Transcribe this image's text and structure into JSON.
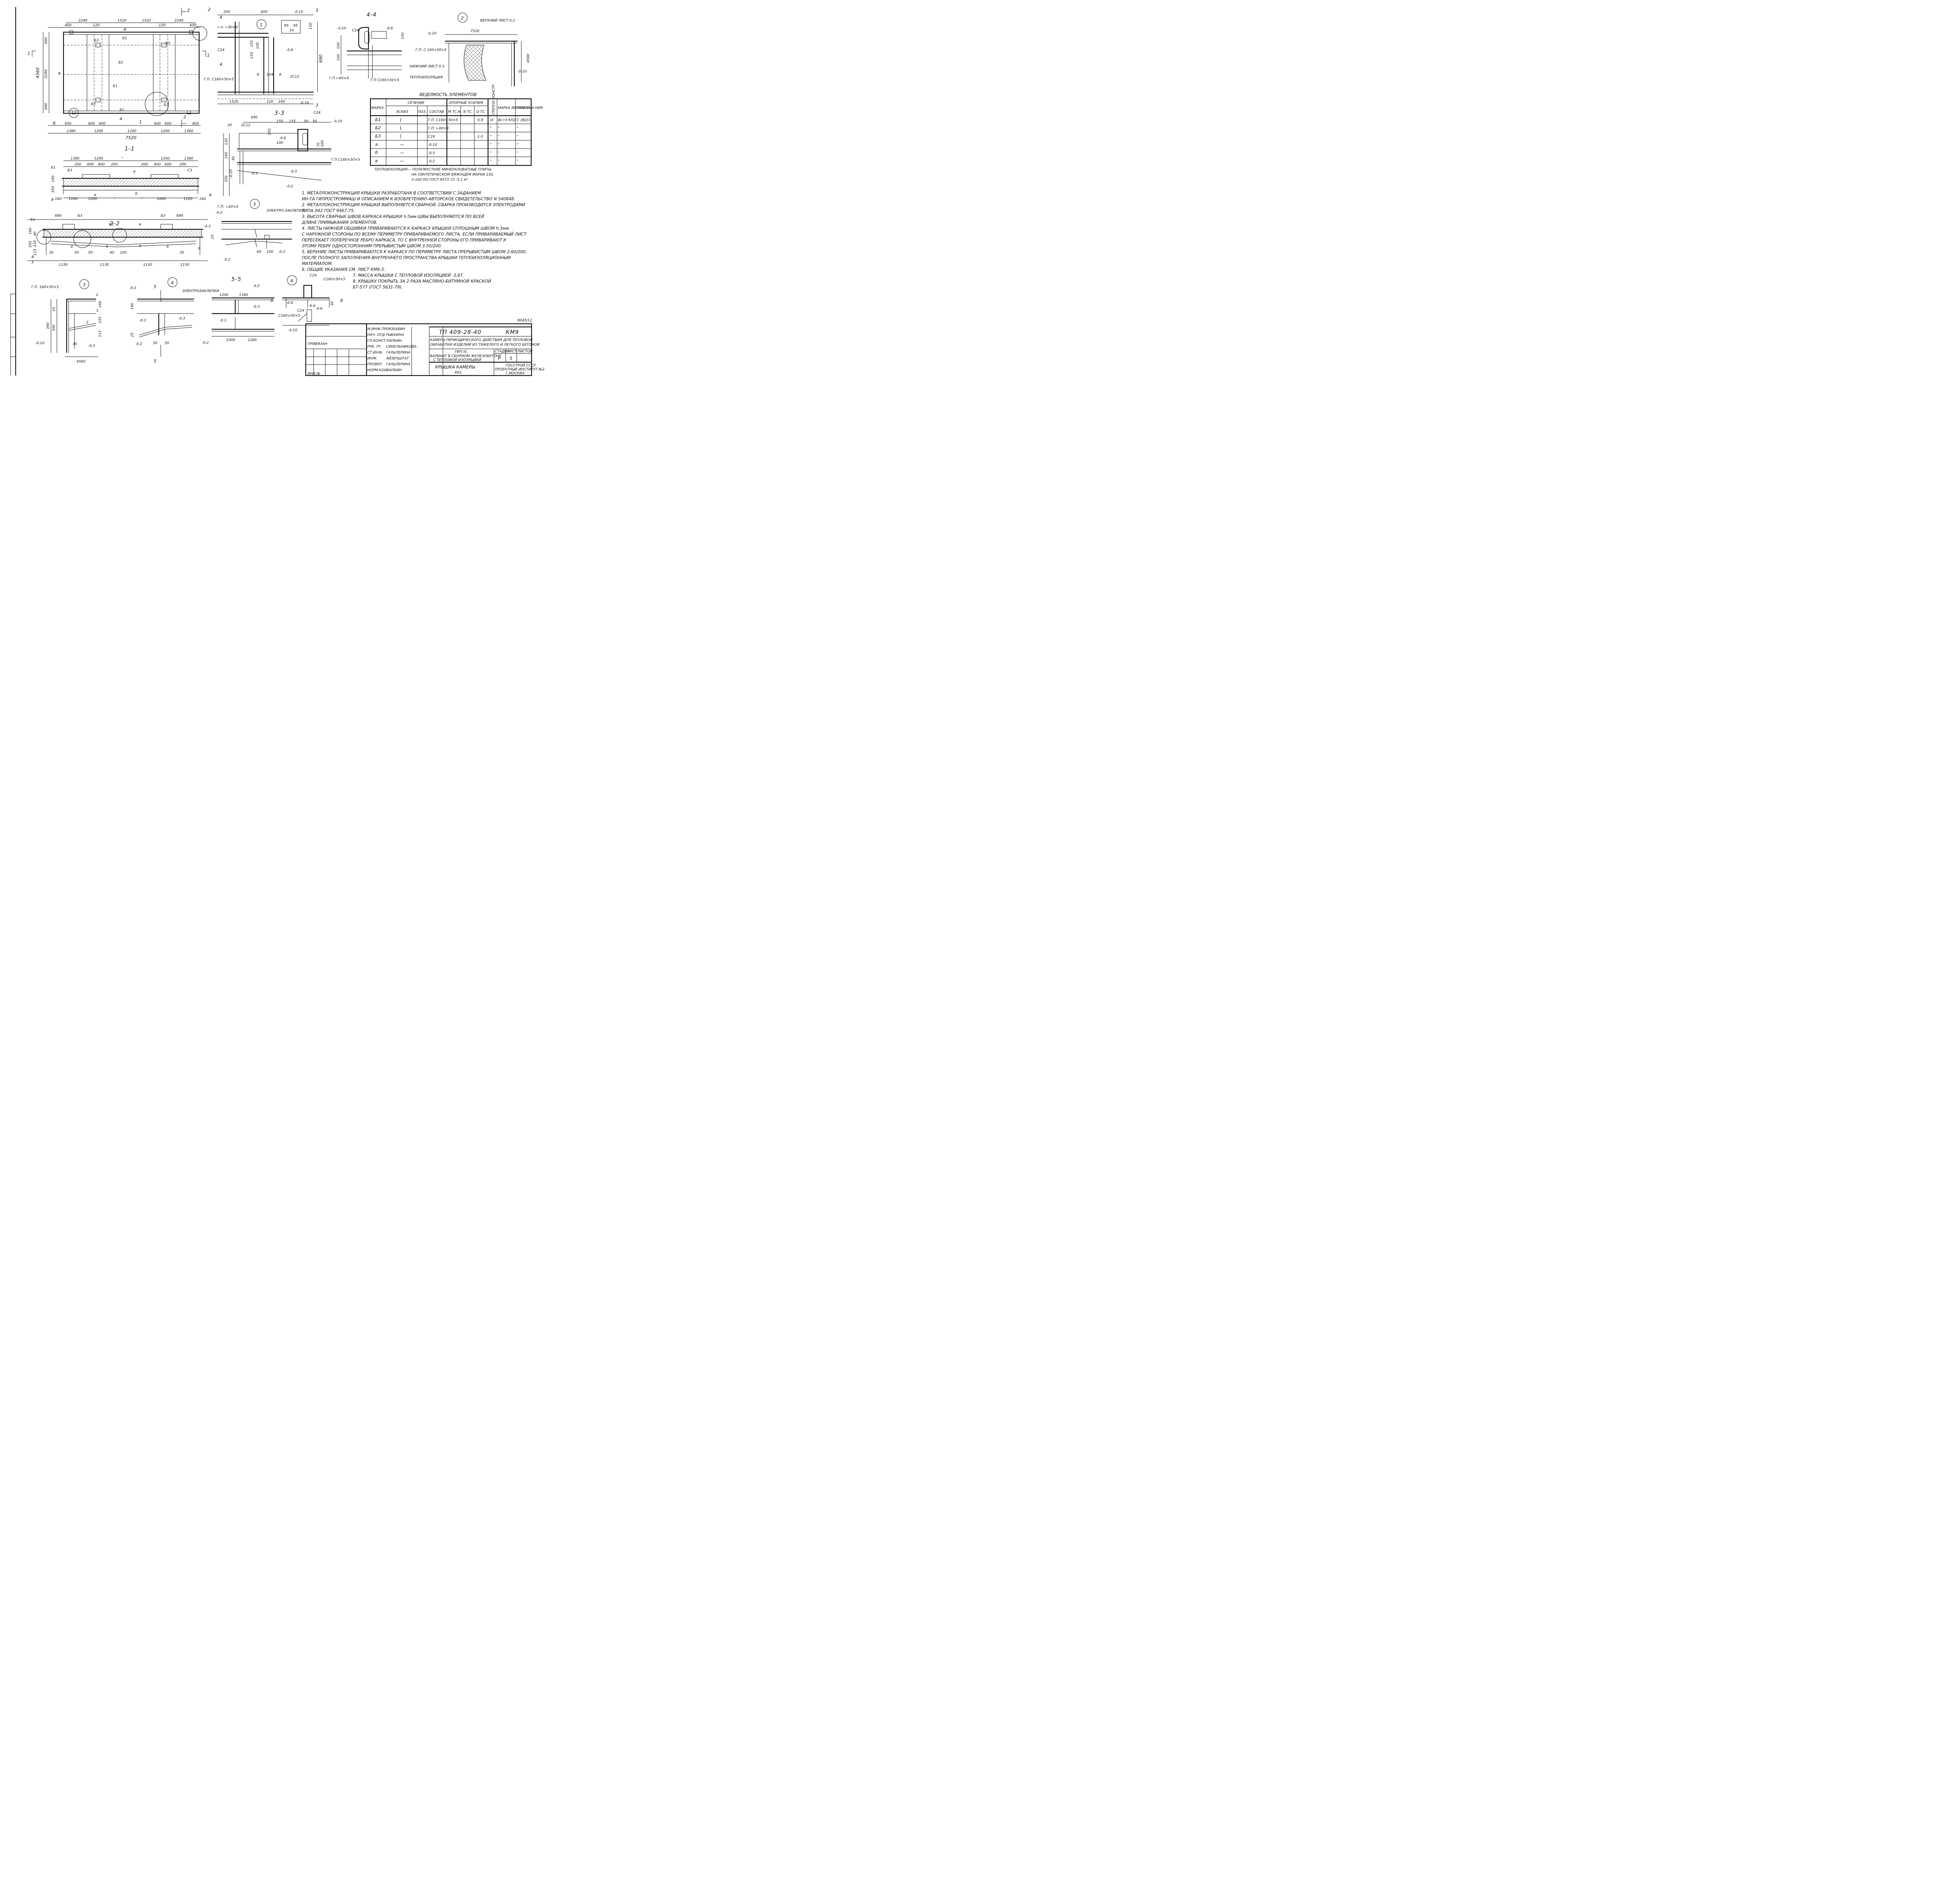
{
  "plan": {
    "dims_top": [
      "2240",
      "1520",
      "1520",
      "2240"
    ],
    "dims_top_small": [
      "400",
      "120",
      "120",
      "650"
    ],
    "dims_left": [
      "4560",
      "690",
      "3180",
      "690"
    ],
    "dims_bottom_row1": [
      "650",
      "600",
      "600",
      "600",
      "600",
      "400"
    ],
    "dims_bottom_row2": [
      "1360",
      "1200",
      "1200",
      "1200",
      "1360"
    ],
    "dim_bottom_total": "7520",
    "labels": {
      "a": "а",
      "b1": "Б1",
      "b2": "Б2",
      "b3": "Б3",
      "one": "1",
      "two": "2",
      "six": "6"
    }
  },
  "section_1_1": {
    "title": "1-1",
    "dims_top1": [
      "1360",
      "1200",
      "\"",
      "1200",
      "1360"
    ],
    "dims_top2": [
      "200",
      "600",
      "600",
      "200",
      "200",
      "600",
      "600",
      "200"
    ],
    "dims_bottom": [
      "160",
      "1100",
      "1000",
      "\"",
      "\"",
      "1000",
      "1100",
      "160"
    ],
    "labels": {
      "b1": "Б1",
      "b3": "Б3",
      "v": "в",
      "c3": "С3",
      "d": "б",
      "a": "а",
      "h350": "350",
      "h160": "160"
    }
  },
  "section_2_2": {
    "title": "2-2",
    "dims_top": [
      "690",
      "690"
    ],
    "dims_bottom": [
      "1150",
      "1130",
      "1130",
      "1150"
    ],
    "dims_small": [
      "50",
      "50",
      "60",
      "100",
      "30",
      "30"
    ],
    "labels": {
      "b1": "Б1",
      "b3": "Б3",
      "b2": "Б2",
      "v": "в",
      "d": "б",
      "a": "а",
      "three": "3",
      "four": "4",
      "five": "5",
      "h350": "350",
      "h160": "160",
      "h40": "40",
      "h235": "235",
      "h115": "115"
    }
  },
  "detail_1": {
    "id": "1",
    "dims": [
      "200",
      "600",
      "95",
      "95",
      "10",
      "150",
      "155",
      "100",
      "690",
      "155",
      "8",
      "104",
      "8",
      "1520",
      "120",
      "160"
    ],
    "labels": {
      "gp_l": "г.п. ∟60×4",
      "c24": "С24",
      "gp_c": "Г.П. С160×50×5",
      "t6": "-δ:6",
      "t10": "-δ:10",
      "c12": "2С12",
      "four": "4",
      "three": "3"
    }
  },
  "section_4_4": {
    "title": "4-4",
    "labels": {
      "c24": "С24",
      "t6": "-δ:6",
      "t10": "-δ:10",
      "gp_l": "Г.П ∟60×4",
      "gp_c": "Г.П С160×50×5"
    },
    "dims": [
      "100",
      "100",
      "150"
    ]
  },
  "detail_2": {
    "id": "2",
    "labels": {
      "top": "ВЕРХНИЙ ЛИСТ δ:2",
      "bottom": "НИЖНИЙ ЛИСТ δ:3",
      "insul": "ТЕПЛОИЗОЛЯЦИЯ",
      "gp_c": "Г.П. С 160×50×5",
      "t10a": "-δ:10",
      "t10b": "-δ:10"
    },
    "dims": [
      "7520",
      "4560"
    ]
  },
  "section_3_3": {
    "title": "3-3",
    "dims": [
      "690",
      "155",
      "155",
      "50",
      "50",
      "20",
      "150",
      "100",
      "120",
      "160",
      "40",
      "350",
      "70",
      "100"
    ],
    "labels": {
      "c24": "С24",
      "c12": "2С12",
      "t6": "-δ:6",
      "t10": "-δ:10",
      "t3a": "-δ:3",
      "t3b": "-δ:3",
      "t2": "-δ:2",
      "t10v": "-δ:10",
      "gp": "Г.П С160×50×5"
    }
  },
  "schedule": {
    "title": "ВЕДОМОСТЬ ЭЛЕМЕНТОВ",
    "headers": {
      "mark": "МАРКА",
      "section": "СЕЧЕНИЕ",
      "sketch": "ЭСКИЗ",
      "pos": "ПОЗ.",
      "comp": "СОСТАВ",
      "forces": "ОПОРНЫЕ УСИЛИЯ",
      "m": "М ТС.М",
      "n": "N ТС",
      "q": "Q ТС",
      "group": "ГРУППА КОНСТР.",
      "steel": "МАРКА МЕТАЛ-ЛА",
      "note": "ПРИМЕЧА-НИЯ"
    },
    "rows": [
      {
        "mark": "Б1",
        "sketch": "[",
        "comp": "Г.П. С160×50×5",
        "q": "0.9",
        "group": "VI",
        "steel": "ВСт3 КП2",
        "note": "С 38/23"
      },
      {
        "mark": "Б2",
        "sketch": "L",
        "comp": "Г.П. ∟60×4",
        "q": "",
        "group": "\"",
        "steel": "\"",
        "note": "\""
      },
      {
        "mark": "Б3",
        "sketch": "[",
        "comp": "С24",
        "q": "1.0",
        "group": "\"",
        "steel": "\"",
        "note": "\""
      },
      {
        "mark": "а",
        "sketch": "—",
        "comp": "-δ:10",
        "q": "",
        "group": "\"",
        "steel": "\"",
        "note": "\""
      },
      {
        "mark": "б",
        "sketch": "—",
        "comp": "-δ:3",
        "q": "",
        "group": "\"",
        "steel": "\"",
        "note": "\""
      },
      {
        "mark": "в",
        "sketch": "—",
        "comp": "-δ:2",
        "q": "",
        "group": "\"",
        "steel": "\"",
        "note": "\""
      }
    ],
    "insulation_label": "ТЕПЛОИЗОЛЯЦИЯ",
    "insulation_text": [
      "— ПОЛУЖЕСТКИЕ МИНЕРАЛОВАТНЫЕ ПЛИТЫ",
      "НА СИНТЕТИЧЕСКОМ ВЯЖУЩЕМ МАРКИ 150,",
      "h:160 ПО ГОСТ 9573-72 -5,1 м³"
    ]
  },
  "detail_5": {
    "id": "5",
    "labels": {
      "gp": "Г.П. ∟60×4",
      "t2a": "-δ:2",
      "elec": "ЭЛЕКТРО-ЗАКЛЕПКИ",
      "t3a": "-δ:3",
      "t3b": "-δ:3",
      "t2b": "-δ:2"
    },
    "dims": [
      "25",
      "60",
      "100"
    ]
  },
  "notes": [
    "1. МЕТАЛЛОКОНСТРУКЦИЯ КРЫШКИ РАЗРАБОТАНА В СООТВЕТСТВИИ С ЗАДАНИЕМ",
    "ИН-ТА ГИПРОСТРОММАШ И ОПИСАНИЕМ К ИЗОБРЕТЕНИЮ-АВТОРСКОЕ СВИДЕТЕЛЬСТВО N 540848.",
    "2. МЕТАЛЛОКОНСТРУКЦИЯ КРЫШКИ ВЫПОЛНЯЕТСЯ СВАРНОЙ. СВАРКА ПРОИЗВОДИТСЯ ЭЛЕКТРОДАМИ",
    "ТИПА Э42 ГОСТ 9467-75.",
    "3. ВЫСОТА СВАРНЫХ ШВОВ КАРКАСА КРЫШКИ h:5мм ШВЫ ВЫПОЛНЯЮТСЯ ПО ВСЕЙ",
    "ДЛИНЕ ПРИМЫКАНИЯ ЭЛЕМЕНТОВ.",
    "4. ЛИСТЫ НИЖНЕЙ ОБШИВКИ ПРИВАРИВАЮТСЯ К КАРКАСУ КРЫШКИ СПЛОШНЫМ ШВОМ h:3мм.",
    "С НАРУЖНОЙ СТОРОНЫ ПО ВСЕМУ ПЕРИМЕТРУ ПРИВАРИВАЕМОГО ЛИСТА. ЕСЛИ ПРИВАРИВАЕМЫЙ ЛИСТ",
    "ПЕРЕСЕКАЕТ ПОПЕРЕЧНОЕ РЕБРО КАРКАСА, ТО С ВНУТРЕННЕЙ СТОРОНЫ ЕГО ПРИВАРИВАЮТ К",
    "ЭТОМУ РЕБРУ ОДНОСТОРОННИМ ПРЕРЫВИСТЫМ ШВОМ 3-50/200.",
    "5. ВЕРХНИЕ ЛИСТЫ ПРИВАРИВАЮТСЯ К КАРКАСУ ПО ПЕРИМЕТРУ ЛИСТА ПРЕРЫВИСТЫМ ШВОМ 2-60/200,",
    "ПОСЛЕ ПОЛНОГО ЗАПОЛНЕНИЯ ВНУТРЕННЕГО ПРОСТРАНСТВА КРЫШКИ ТЕПЛОИЗОЛЯЦИОННЫМ",
    "МАТЕРИАЛОМ.",
    "6. ОБЩИЕ УКАЗАНИЯ СМ. ЛИСТ КМ9-3.",
    "7. МАССА КРЫШКИ С ТЕПЛОВОЙ ИЗОЛЯЦИЕЙ -3,6Т.",
    "8. КРЫШКУ ПОКРЫТЬ ЗА 2 РАЗА МАСЛЯНО-БИТУМНОЙ КРАСКОЙ",
    "БТ-577 (ГОСТ 5631-79)."
  ],
  "detail_3": {
    "id": "3",
    "labels": {
      "gp": "Г.П. 160×50×5",
      "t2": "2",
      "t3": "3",
      "t10": "-δ:10",
      "t3b": "-δ:3",
      "two": "2"
    },
    "dims": [
      "10",
      "390",
      "350",
      "160",
      "235",
      "115",
      "30",
      "4560"
    ]
  },
  "detail_4": {
    "id": "4",
    "labels": {
      "t2": "-δ:2",
      "five": "5",
      "elec": "ЭЛЕКТРОЗАКЛЕПКИ",
      "t3a": "-δ:3",
      "t3b": "-δ:3",
      "t2b": "-δ:2"
    },
    "dims": [
      "160",
      "25",
      "50",
      "50"
    ]
  },
  "section_5_5": {
    "title": "5-5",
    "labels": {
      "t2a": "-δ:2",
      "t3a": "-δ:3",
      "t3b": "-δ:3",
      "t2b": "-δ:2"
    },
    "dims": [
      "1200",
      "1360",
      "1000",
      "1260"
    ]
  },
  "detail_6": {
    "id": "6",
    "labels": {
      "c24": "С24",
      "gp": "С160×50×5",
      "t6": "-δ:6",
      "t10": "-δ:10",
      "six": "6",
      "sec": "6-6",
      "c24b": "С24",
      "t6b": "-δ:6",
      "gp2": "С160×50×5"
    },
    "dims": [
      "30"
    ]
  },
  "title_block": {
    "sheet_ref": "8045/12",
    "code": "ТП 409-28-40",
    "mark": "КМ9",
    "project": [
      "КАМЕРЫ ПЕРИОДИЧЕСКОГО ДЕЙСТВИЯ ДЛЯ ТЕПЛОВОЙ",
      "ОБРАБОТКИ ИЗДЕЛИЙ ИЗ ТЯЖЕЛОГО И ЛЕГКОГО БЕТОНОВ"
    ],
    "type": [
      "ТИП III.",
      "ВАРИАНТ В СБОРНОМ ЖЕЛЕЗОБЕТОНЕ",
      "С ТЕПЛОВОЙ ИЗОЛЯЦИЕЙ"
    ],
    "object": [
      "КРЫШКА КАМЕРЫ",
      "КК1"
    ],
    "stage_h": "СТАДИЯ",
    "sheet_h": "ЛИСТ",
    "sheets_h": "ЛИСТОВ",
    "stage": "Р",
    "sheet": "5",
    "org": [
      "ГОССТРОЙ СССР",
      "ПРОЕКТНЫЙ ИНСТИТУТ №2",
      "Г.МОСКВА"
    ],
    "privyazan": "ПРИВЯЗАН",
    "inv": "ИНВ.№",
    "staff": [
      {
        "role": "М.ИНЖ.ПР.",
        "name": "ЛЮБАВИН"
      },
      {
        "role": "НАЧ. ОТД.",
        "name": "РЫБКИНА"
      },
      {
        "role": "ГЛ.КОНСТ.",
        "name": "ЛАПКИН"
      },
      {
        "role": "РУК. ГР.",
        "name": "СИНЕЛЬНИКОВА"
      },
      {
        "role": "СТ.ИНЖ.",
        "name": "ГАЛЬПЕРИНА"
      },
      {
        "role": "ИНЖ.",
        "name": "АЙЗЕНШТАТ"
      },
      {
        "role": "ПРОВЕР.",
        "name": "ГАЛЬПЕРИНА"
      },
      {
        "role": "НОРМ.КОН.",
        "name": "ЛАПКИН"
      }
    ]
  }
}
